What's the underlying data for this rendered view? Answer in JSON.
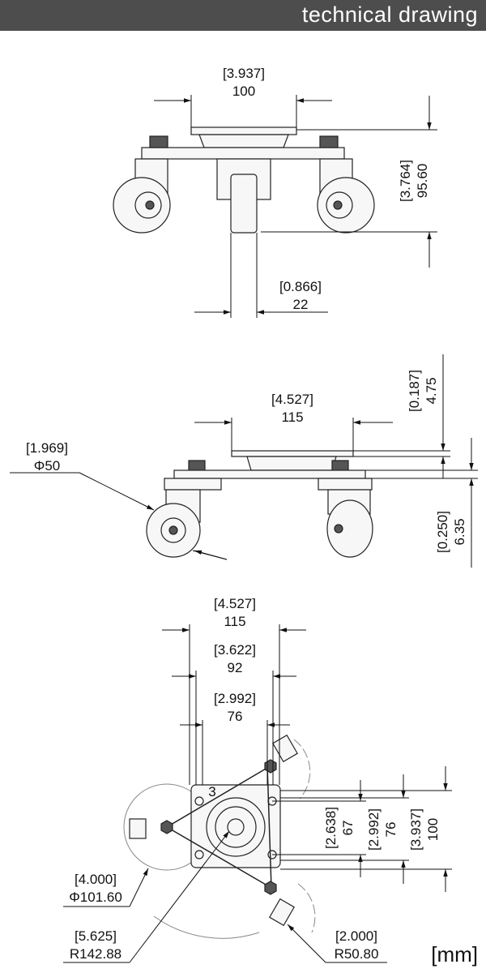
{
  "header": {
    "title": "technical drawing"
  },
  "units_label": "[mm]",
  "front_view": {
    "width_in": "[3.937]",
    "width_mm": "100",
    "height_in": "[3.764]",
    "height_mm": "95.60",
    "wheel_w_in": "[0.866]",
    "wheel_w_mm": "22"
  },
  "side_view": {
    "width_in": "[4.527]",
    "width_mm": "115",
    "plate_in": "[0.187]",
    "plate_mm": "4.75",
    "base_in": "[0.250]",
    "base_mm": "6.35",
    "wheel_d_in": "[1.969]",
    "wheel_d_mm": "Φ50"
  },
  "top_view": {
    "w1_in": "[4.527]",
    "w1_mm": "115",
    "w2_in": "[3.622]",
    "w2_mm": "92",
    "w3_in": "[2.992]",
    "w3_mm": "76",
    "h1_in": "[2.638]",
    "h1_mm": "67",
    "h2_in": "[2.992]",
    "h2_mm": "76",
    "h3_in": "[3.937]",
    "h3_mm": "100",
    "circle_in": "[4.000]",
    "circle_mm": "Φ101.60",
    "r_big_in": "[5.625]",
    "r_big_mm": "R142.88",
    "r_small_in": "[2.000]",
    "r_small_mm": "R50.80",
    "marker": "3"
  }
}
